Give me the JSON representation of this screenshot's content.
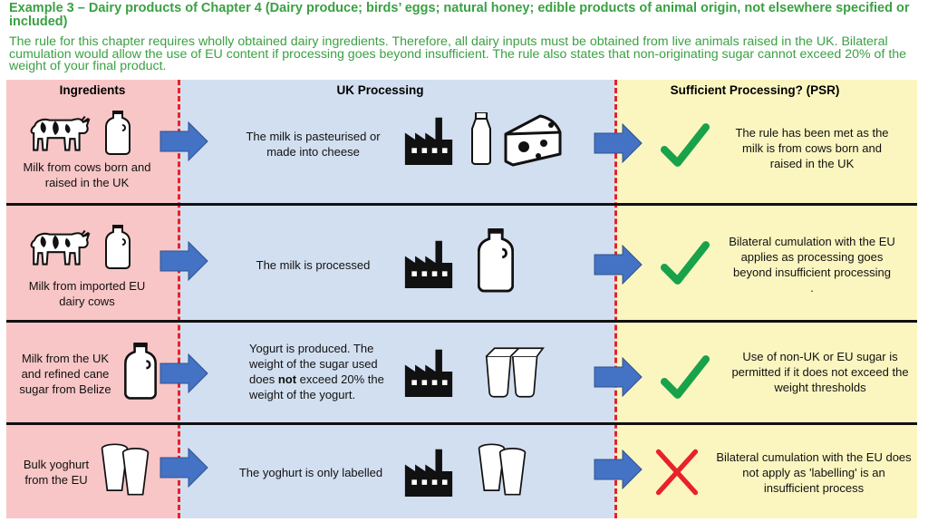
{
  "title": "Example 3 –  Dairy products of Chapter 4 (Dairy produce; birds’ eggs; natural honey; edible products of animal origin, not elsewhere specified or included)",
  "intro": "The rule for this chapter requires wholly obtained dairy ingredients. Therefore, all dairy inputs must be obtained from live animals raised in the UK. Bilateral cumulation would allow the use of EU content if processing goes beyond insufficient. The rule also states that non-originating sugar cannot exceed 20% of the weight of your final product.",
  "headers": {
    "ingredients": "Ingredients",
    "processing": "UK Processing",
    "psr": "Sufficient Processing? (PSR)"
  },
  "colors": {
    "title_green": "#3aa143",
    "ingredients_bg": "#f8c6c6",
    "processing_bg": "#d2dff0",
    "psr_bg": "#fbf6c0",
    "divider_red": "#e8212a",
    "arrow_blue": "#4472c4",
    "check_green": "#19a24a",
    "cross_red": "#e8212a"
  },
  "rows": [
    {
      "ingredient": "Milk from cows born and raised in the UK",
      "ingredient_icons": [
        "cow-icon",
        "milk-jug-icon"
      ],
      "processing": "The milk is pasteurised or made into cheese",
      "processing_icons": [
        "factory-icon",
        "milk-bottle-icon",
        "cheese-icon"
      ],
      "result": "check",
      "psr": "The rule has been met as the milk is from cows born and raised in the UK"
    },
    {
      "ingredient": "Milk from imported EU dairy cows",
      "ingredient_icons": [
        "cow-icon",
        "milk-jug-icon"
      ],
      "processing": "The milk is processed",
      "processing_icons": [
        "factory-icon",
        "milk-jug-icon"
      ],
      "result": "check",
      "psr": "Bilateral cumulation with the EU applies as processing goes beyond insufficient processing",
      "psr_trailer": "."
    },
    {
      "ingredient": "Milk from the UK and refined cane sugar from Belize",
      "ingredient_icons": [
        "milk-jug-icon"
      ],
      "processing_pre": "Yogurt is produced. The weight of the sugar used does ",
      "processing_bold": "not",
      "processing_post": " exceed 20% the weight of the yogurt.",
      "processing_icons": [
        "factory-icon",
        "yogurt-pots-icon"
      ],
      "result": "check",
      "psr": "Use of non-UK or EU sugar is permitted if it does not exceed the weight thresholds"
    },
    {
      "ingredient": "Bulk yoghurt from the EU",
      "ingredient_icons": [
        "yoghurt-cups-icon"
      ],
      "processing": "The yoghurt is only labelled",
      "processing_icons": [
        "factory-icon",
        "yoghurt-cups-icon"
      ],
      "result": "cross",
      "psr": "Bilateral cumulation with the EU does not apply as 'labelling' is an insufficient process"
    }
  ]
}
